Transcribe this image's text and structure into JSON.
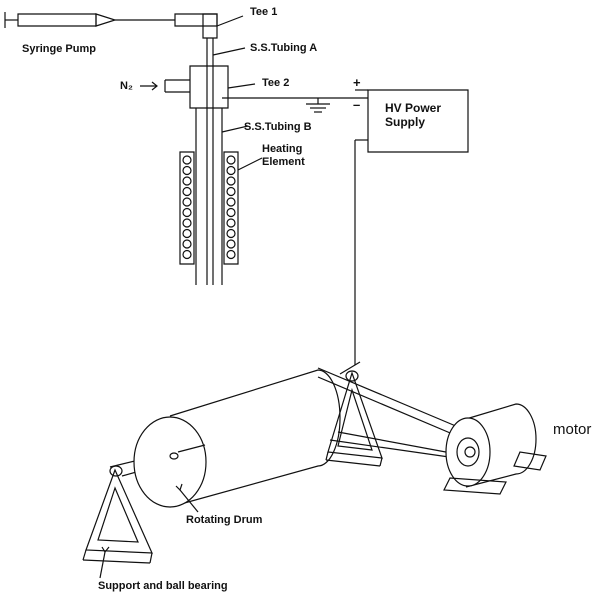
{
  "labels": {
    "syringe_pump": "Syringe Pump",
    "tee1": "Tee 1",
    "ss_tubing_a": "S.S.Tubing A",
    "n2": "N₂",
    "n2_arrow": "→",
    "tee2": "Tee 2",
    "ss_tubing_b": "S.S.Tubing B",
    "heating_element_line1": "Heating",
    "heating_element_line2": "Element",
    "hv_power_supply_line1": "HV Power",
    "hv_power_supply_line2": "Supply",
    "plus": "+",
    "minus": "–",
    "rotating_drum": "Rotating Drum",
    "motor": "motor",
    "support_ball_bearing": "Support and ball bearing"
  },
  "colors": {
    "stroke": "#111111",
    "background": "#ffffff"
  }
}
